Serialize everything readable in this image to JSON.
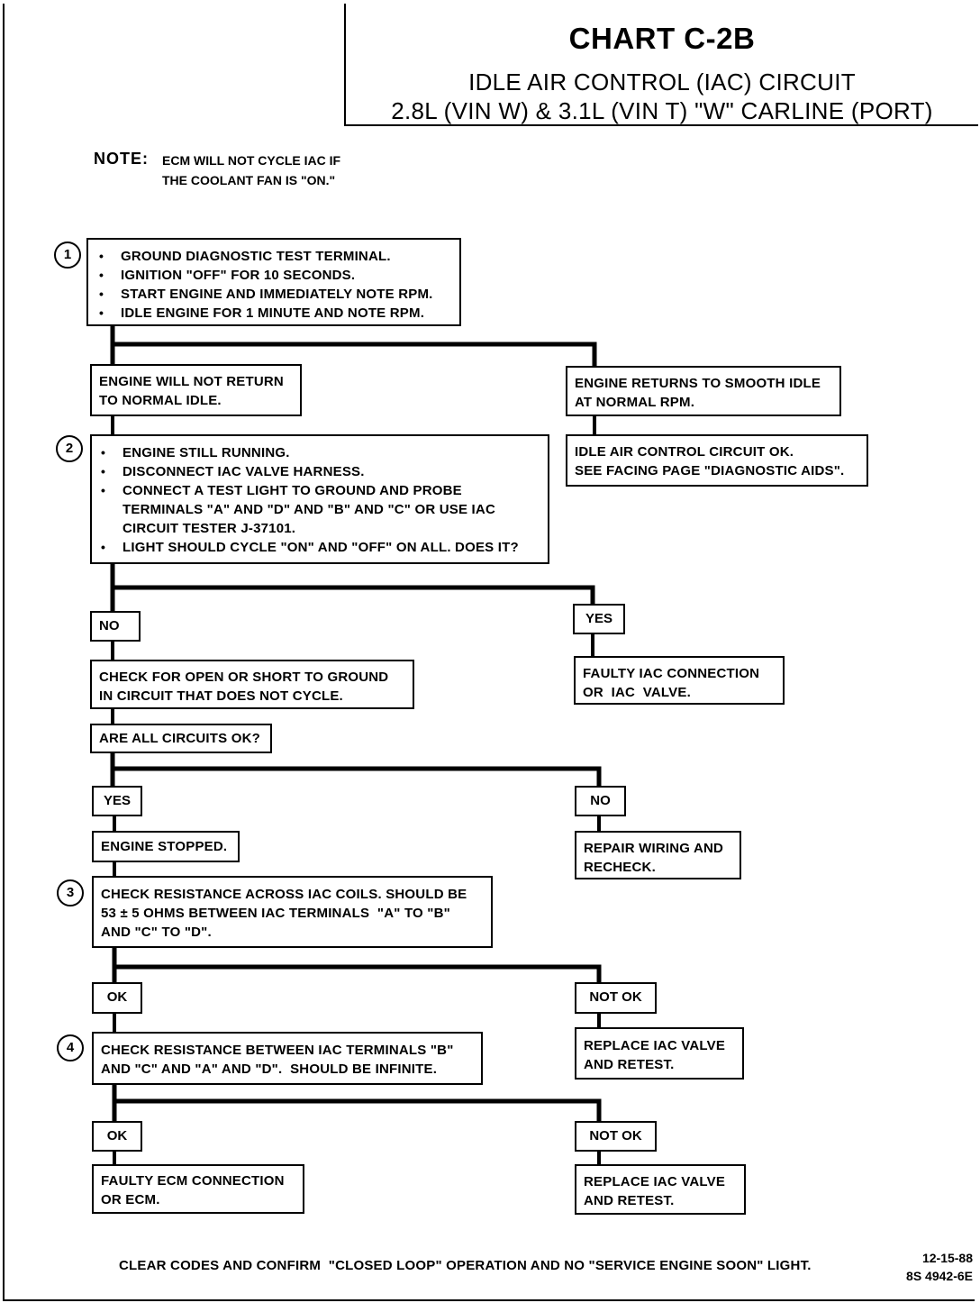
{
  "header": {
    "chart_label": "CHART C-2B",
    "title": "IDLE AIR CONTROL (IAC) CIRCUIT",
    "subtitle": "2.8L (VIN W) & 3.1L (VIN T) \"W\" CARLINE (PORT)"
  },
  "note": {
    "label": "NOTE:",
    "lines": [
      "ECM WILL NOT CYCLE IAC IF",
      "THE COOLANT FAN IS \"ON.\""
    ]
  },
  "steps": {
    "s1": {
      "number": "1",
      "items": [
        "GROUND DIAGNOSTIC TEST TERMINAL.",
        "IGNITION \"OFF\" FOR 10 SECONDS.",
        "START ENGINE AND IMMEDIATELY NOTE RPM.",
        "IDLE ENGINE FOR 1 MINUTE AND NOTE RPM."
      ]
    },
    "not_return": [
      "ENGINE WILL NOT RETURN",
      "TO NORMAL IDLE."
    ],
    "returns": [
      "ENGINE RETURNS TO SMOOTH IDLE",
      "AT NORMAL RPM."
    ],
    "circuit_ok": [
      "IDLE AIR CONTROL CIRCUIT OK.",
      "SEE FACING PAGE \"DIAGNOSTIC AIDS\"."
    ],
    "s2": {
      "number": "2",
      "items": [
        "ENGINE STILL RUNNING.",
        "DISCONNECT IAC VALVE HARNESS.",
        "CONNECT A TEST LIGHT TO GROUND AND PROBE\nTERMINALS \"A\" AND \"D\" AND \"B\" AND \"C\" OR USE IAC\nCIRCUIT TESTER J-37101.",
        "LIGHT SHOULD CYCLE \"ON\" AND \"OFF\" ON ALL.  DOES IT?"
      ]
    },
    "no_label": "NO",
    "yes_label": "YES",
    "check_open": [
      "CHECK FOR OPEN OR SHORT TO GROUND",
      "IN CIRCUIT THAT DOES NOT CYCLE."
    ],
    "faulty_conn": [
      "FAULTY IAC CONNECTION",
      "OR  IAC  VALVE."
    ],
    "circuits_ok": "ARE ALL CIRCUITS OK?",
    "yes2_label": "YES",
    "no2_label": "NO",
    "engine_stopped": "ENGINE STOPPED.",
    "repair_wiring": [
      "REPAIR WIRING AND",
      "RECHECK."
    ],
    "s3": {
      "number": "3",
      "lines": [
        "CHECK RESISTANCE ACROSS IAC COILS.  SHOULD BE",
        "53 ± 5 OHMS BETWEEN IAC TERMINALS  \"A\" TO \"B\"",
        "AND \"C\" TO \"D\"."
      ]
    },
    "ok3_label": "OK",
    "notok3_label": "NOT OK",
    "replace3": [
      "REPLACE IAC VALVE",
      "AND RETEST."
    ],
    "s4": {
      "number": "4",
      "lines": [
        "CHECK RESISTANCE BETWEEN IAC TERMINALS \"B\"",
        "AND \"C\" AND \"A\" AND \"D\".  SHOULD BE INFINITE."
      ]
    },
    "ok4_label": "OK",
    "notok4_label": "NOT OK",
    "faulty_ecm": [
      "FAULTY ECM CONNECTION",
      "OR ECM."
    ],
    "replace4": [
      "REPLACE IAC VALVE",
      "AND RETEST."
    ]
  },
  "footer": {
    "instruction": "CLEAR CODES AND CONFIRM  \"CLOSED LOOP\" OPERATION AND NO \"SERVICE ENGINE SOON\" LIGHT.",
    "date": "12-15-88",
    "code": "8S 4942-6E"
  }
}
